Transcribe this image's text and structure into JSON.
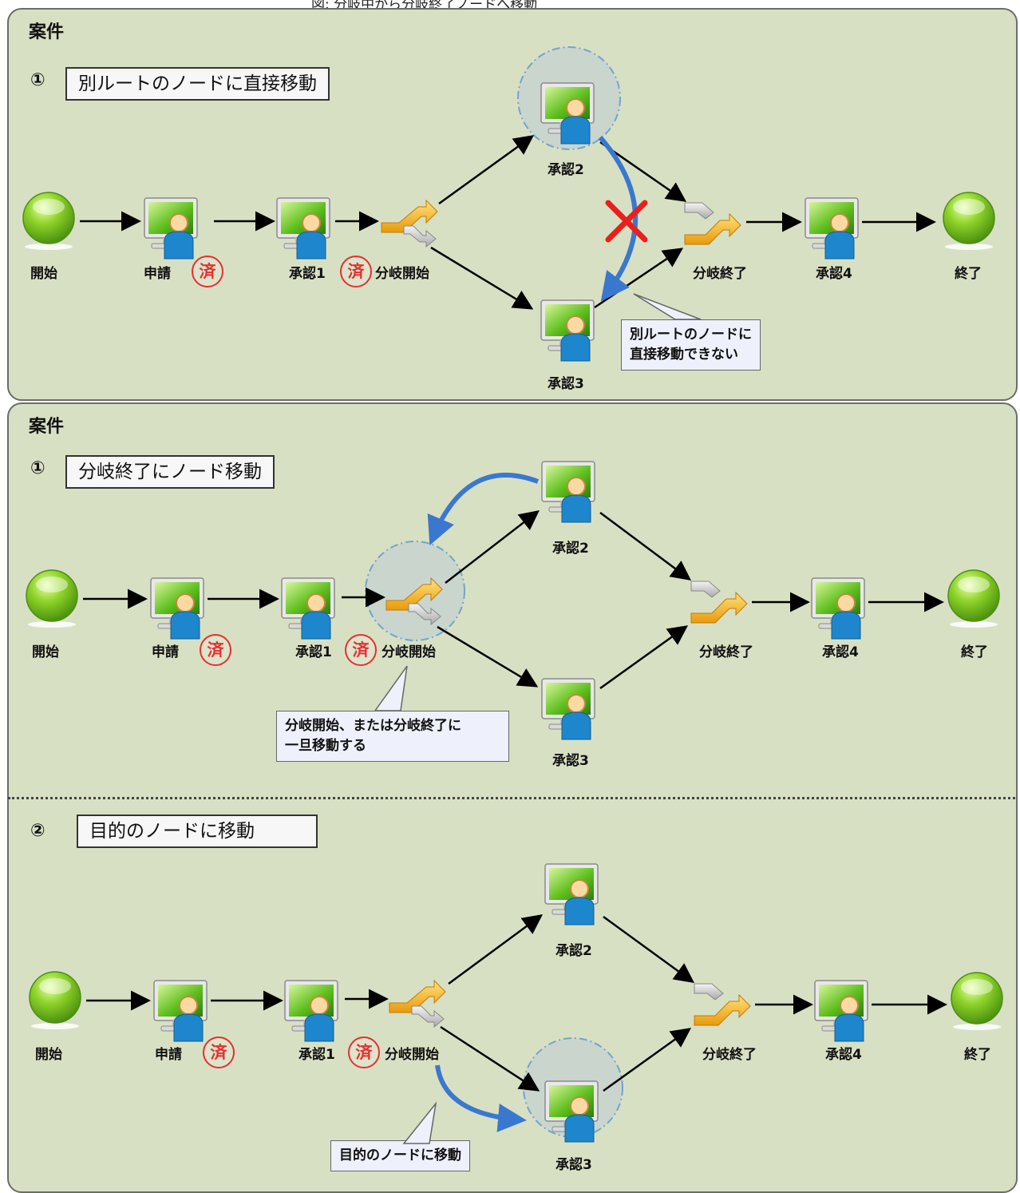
{
  "caption": "図: 分岐中から分岐終了ノードへ移動",
  "colors": {
    "panel_bg": "#d8e0c4",
    "arrow_blue": "#3a78d0",
    "cross_red": "#e8201e",
    "done_red": "#e53030"
  },
  "top_panel": {
    "title": "案件",
    "step_num": "①",
    "step_label": "別ルートのノードに直接移動",
    "labels": {
      "start": "開始",
      "apply": "申請",
      "approve1": "承認1",
      "branch_start": "分岐開始",
      "approve2": "承認2",
      "approve3": "承認3",
      "branch_end": "分岐終了",
      "approve4": "承認4",
      "end": "終了"
    },
    "done_mark": "済",
    "note_line1": "別ルートのノードに",
    "note_line2": "直接移動できない"
  },
  "bottom_panel": {
    "title": "案件",
    "step1_num": "①",
    "step1_label": "分岐終了にノード移動",
    "step2_num": "②",
    "step2_label": "目的のノードに移動",
    "labels": {
      "start": "開始",
      "apply": "申請",
      "approve1": "承認1",
      "branch_start": "分岐開始",
      "approve2": "承認2",
      "approve3": "承認3",
      "branch_end": "分岐終了",
      "approve4": "承認4",
      "end": "終了"
    },
    "done_mark": "済",
    "note1_line1": "分岐開始、または分岐終了に",
    "note1_line2": "一旦移動する",
    "note2": "目的のノードに移動"
  }
}
